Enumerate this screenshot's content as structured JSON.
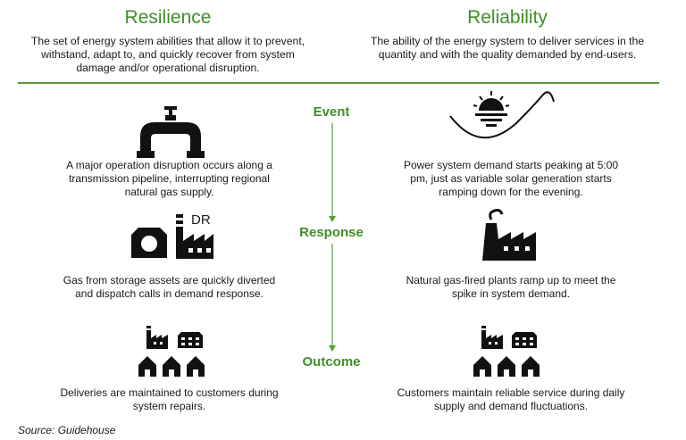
{
  "left": {
    "title": "Resilience",
    "definition": "The set of energy system abilities that allow it to prevent, withstand, adapt to, and quickly recover from system damage and/or operational disruption.",
    "event": "A major operation disruption occurs along a transmission pipeline, interrupting regional natural gas supply.",
    "response": "Gas from storage assets are quickly diverted and dispatch calls in demand response.",
    "response_icon_label": "DR",
    "outcome": "Deliveries are maintained to customers during system repairs."
  },
  "right": {
    "title": "Reliability",
    "definition": "The ability of the energy system to deliver services in the quantity and with the quality demanded by end-users.",
    "event": "Power system demand starts peaking at 5:00 pm, just as variable solar generation starts ramping down for the evening.",
    "response": "Natural gas-fired plants ramp up to meet the spike in system demand.",
    "outcome": "Customers maintain reliable service during daily supply and demand fluctuations."
  },
  "stages": {
    "event": "Event",
    "response": "Response",
    "outcome": "Outcome"
  },
  "source": "Source: Guidehouse",
  "icons": {
    "left_event": "pipeline-valve-icon",
    "left_response_storage": "storage-tank-icon",
    "left_response_dr": "factory-icon",
    "left_outcome_factory": "factory-icon",
    "left_outcome_building": "commercial-building-icon",
    "left_outcome_homes": "house-icon",
    "right_event": "sunset-demand-curve-icon",
    "right_response": "power-plant-icon",
    "right_outcome_factory": "factory-icon",
    "right_outcome_building": "commercial-building-icon",
    "right_outcome_homes": "house-icon"
  },
  "colors": {
    "accent_green": "#3f8f2a",
    "divider_green": "#5a9c3a",
    "icon": "#111111"
  }
}
